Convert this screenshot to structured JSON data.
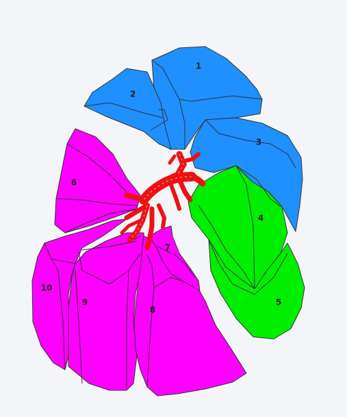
{
  "colors": {
    "background": "#f3f5f9",
    "upper_group": "#1e90ff",
    "right_group": "#00ee00",
    "left_group": "#ff00ff",
    "vessels": "#ee1111",
    "outline": "#333333"
  },
  "segments": [
    {
      "id": "1",
      "label": "1",
      "group": "upper_group"
    },
    {
      "id": "2",
      "label": "2",
      "group": "upper_group"
    },
    {
      "id": "3",
      "label": "3",
      "group": "upper_group"
    },
    {
      "id": "4",
      "label": "4",
      "group": "right_group"
    },
    {
      "id": "5",
      "label": "5",
      "group": "right_group"
    },
    {
      "id": "6",
      "label": "6",
      "group": "left_group"
    },
    {
      "id": "7",
      "label": "7",
      "group": "left_group"
    },
    {
      "id": "8",
      "label": "8",
      "group": "left_group"
    },
    {
      "id": "9",
      "label": "9",
      "group": "left_group"
    },
    {
      "id": "10",
      "label": "10",
      "group": "left_group"
    }
  ]
}
